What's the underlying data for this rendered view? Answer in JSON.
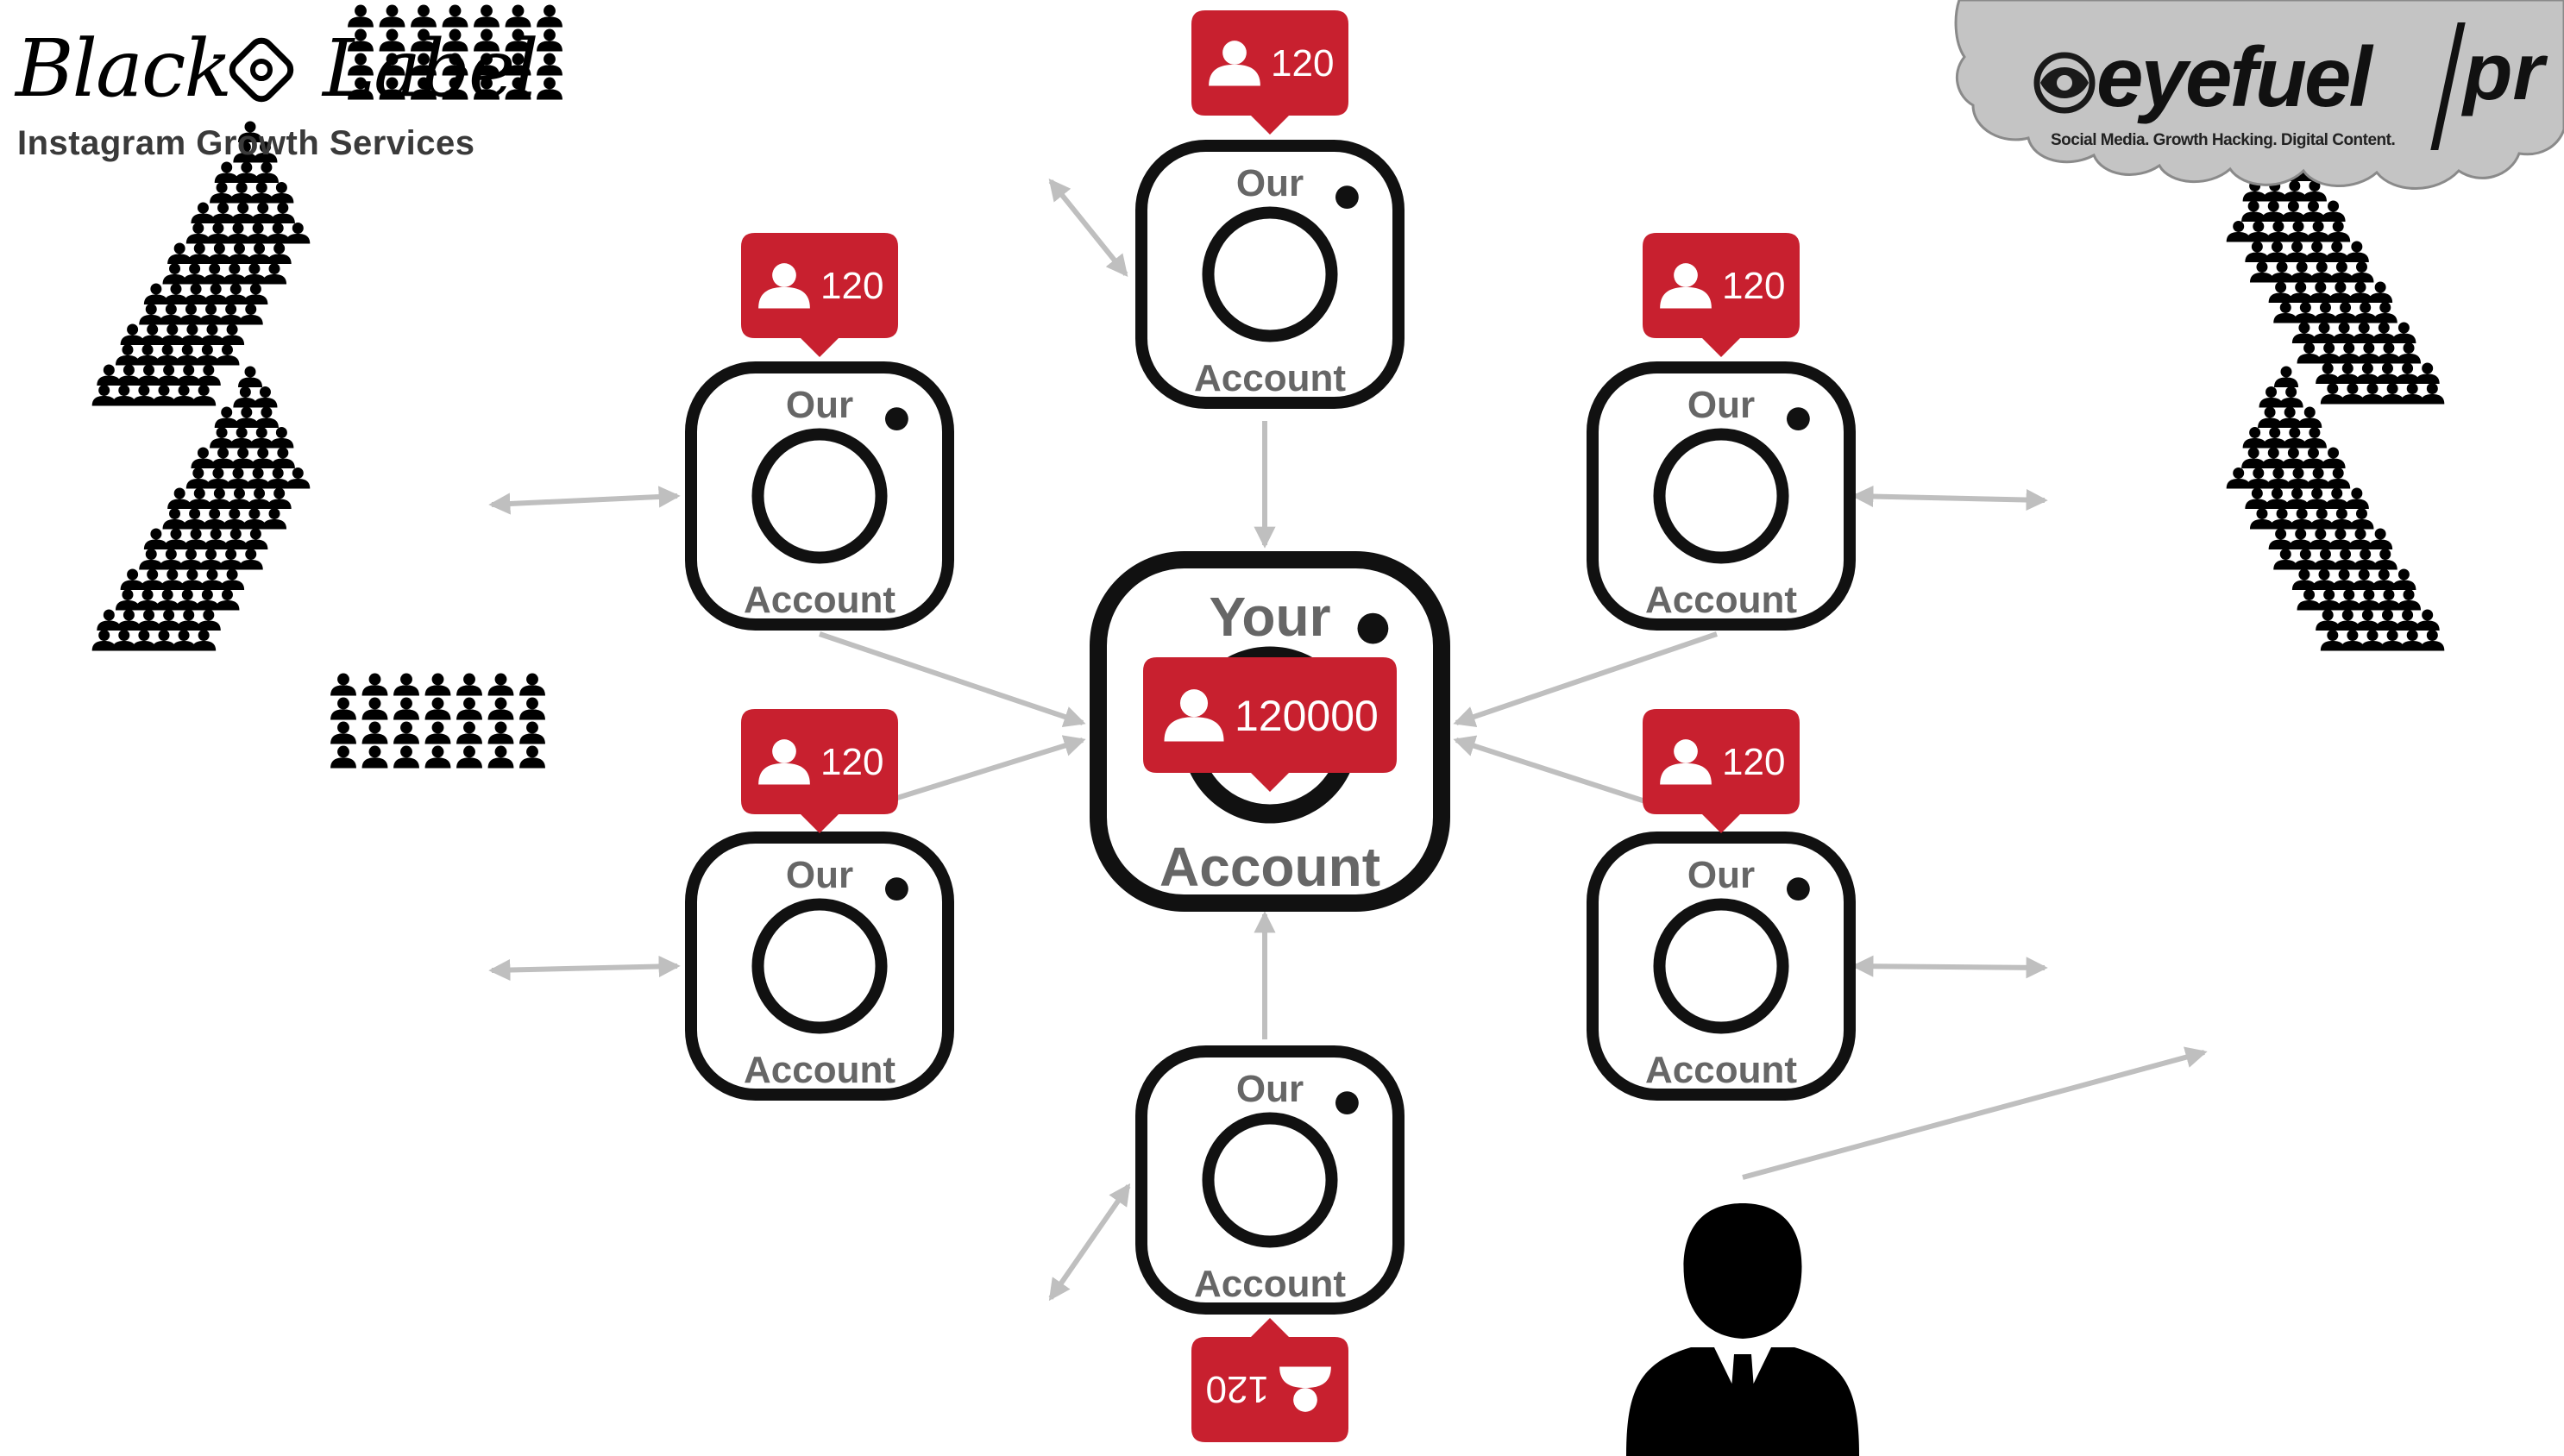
{
  "brand_left": {
    "script_left": "Black",
    "script_right": "Label",
    "tagline": "Instagram Growth Services",
    "camera_icon": "instagram-icon"
  },
  "brand_right": {
    "wordmark": "eyefuel",
    "suffix": "pr",
    "tagline": "Social Media. Growth Hacking. Digital Content.",
    "logo_icon": "eye-icon"
  },
  "nodes": {
    "our_top": {
      "top": "Our",
      "bottom": "Account",
      "count": "120"
    },
    "our_left_top": {
      "top": "Our",
      "bottom": "Account",
      "count": "120"
    },
    "our_left_bottom": {
      "top": "Our",
      "bottom": "Account",
      "count": "120"
    },
    "our_right_top": {
      "top": "Our",
      "bottom": "Account",
      "count": "120"
    },
    "our_right_bottom": {
      "top": "Our",
      "bottom": "Account",
      "count": "120"
    },
    "our_bottom": {
      "top": "Our",
      "bottom": "Account",
      "count": "120"
    },
    "your_center": {
      "top": "Your",
      "bottom": "Account",
      "count": "120000"
    }
  },
  "colors": {
    "badge_red": "#c8202f",
    "arrow_gray": "#bfbfbf",
    "frame_black": "#111111",
    "label_gray": "#666666",
    "cloud_gray": "#c4c4c4"
  },
  "icons": {
    "follower": "user-icon",
    "crowd": "people-icon",
    "manager": "businessman-icon"
  }
}
